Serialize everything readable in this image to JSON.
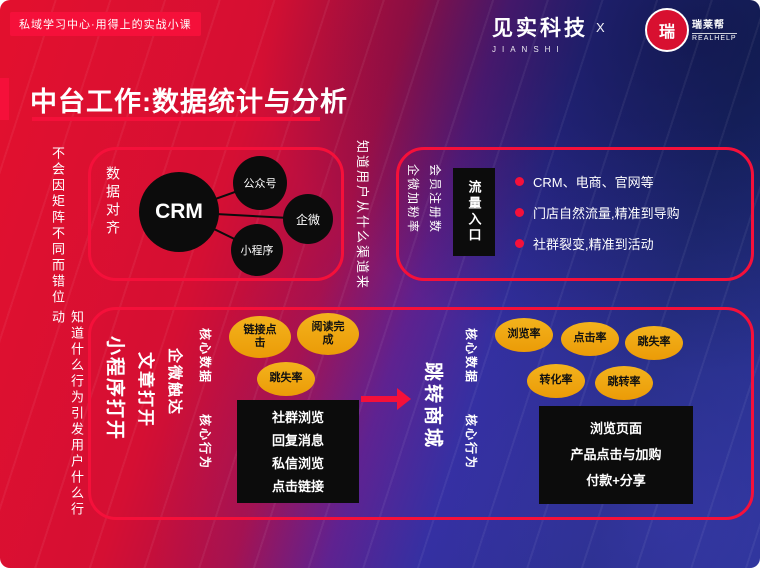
{
  "colors": {
    "accent_red": "#f5103a",
    "metric_yellow": "#efa40f",
    "node_black": "#0c0c0c",
    "bg_left_red": "#d50f33",
    "bg_right_blue": "#1c2a75"
  },
  "header": {
    "badge": "私域学习中心·用得上的实战小课",
    "brand_name": "见实科技",
    "brand_sub": "JIANSHI",
    "separator": "X",
    "logo_char": "瑞",
    "logo_name": "瑞莱帮",
    "logo_sub": "REALHELP"
  },
  "title": "中台工作:数据统计与分析",
  "top": {
    "left_note": "不会因矩阵不同而错位",
    "box1": {
      "label": "数据对齐",
      "center": "CRM",
      "nodes": [
        "公众号",
        "企微",
        "小程序"
      ]
    },
    "mid_note": "知道用户从什么渠道来",
    "box2": {
      "labels": [
        "企微加粉率",
        "会员注册数"
      ],
      "entry": "流量入口",
      "bullets": [
        "CRM、电商、官网等",
        "门店自然流量,精准到导购",
        "社群裂变,精准到活动"
      ]
    }
  },
  "bottom": {
    "left_note": "知道什么行为引发用户什么行动",
    "channels": [
      "小程序打开",
      "文章打开",
      "企微触达"
    ],
    "left_group": {
      "data_label": "核心数据",
      "metrics": [
        "链接点击",
        "阅读完成",
        "跳失率"
      ],
      "behavior_label": "核心行为",
      "behaviors": [
        "社群浏览",
        "回复消息",
        "私信浏览",
        "点击链接"
      ]
    },
    "target": "跳转商城",
    "right_group": {
      "data_label": "核心数据",
      "metrics": [
        "浏览率",
        "点击率",
        "跳失率",
        "转化率",
        "跳转率"
      ],
      "behavior_label": "核心行为",
      "behaviors": [
        "浏览页面",
        "产品点击与加购",
        "付款+分享"
      ]
    }
  }
}
